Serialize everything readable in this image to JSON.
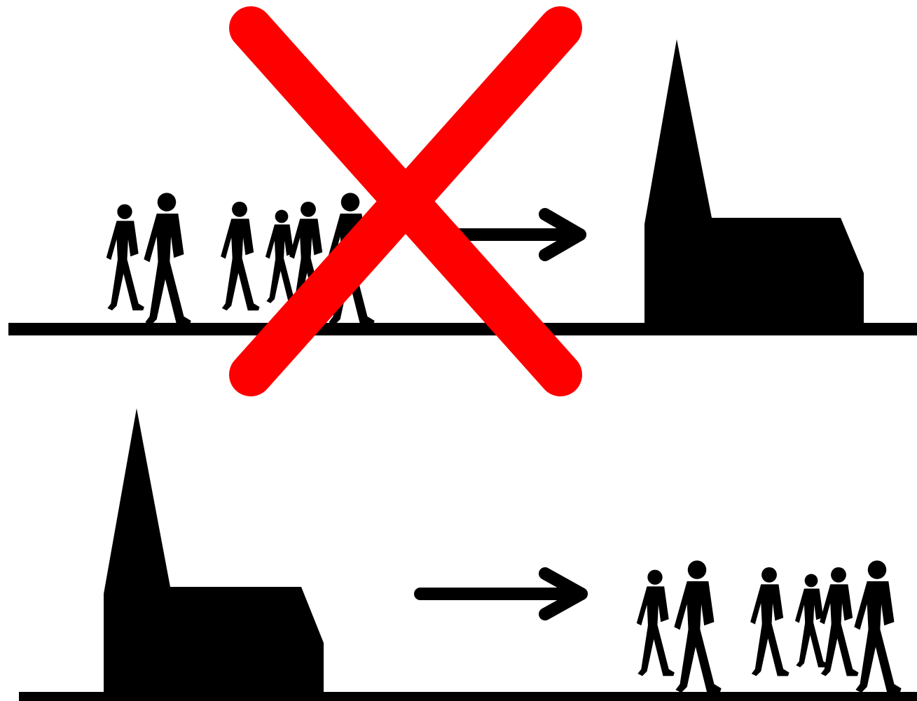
{
  "diagram": {
    "rows": [
      {
        "name": "people-to-church",
        "left": "people-walking-group",
        "arrow": "right-arrow",
        "right": "church-silhouette",
        "crossed_out": true
      },
      {
        "name": "church-to-people",
        "left": "church-silhouette",
        "arrow": "right-arrow",
        "right": "people-walking-group",
        "crossed_out": false
      }
    ],
    "people_per_group": 6,
    "colors": {
      "silhouette": "#000000",
      "cross_mark": "#ff0000",
      "background": "#ffffff"
    }
  }
}
